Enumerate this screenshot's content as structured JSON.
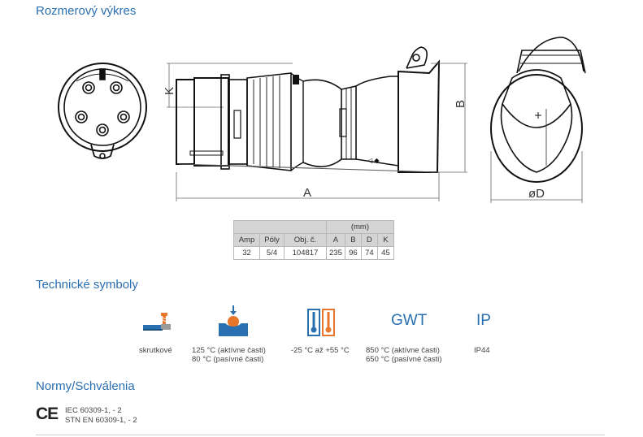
{
  "headings": {
    "drawing": "Rozmerový výkres",
    "symbols": "Technické symboly",
    "norms": "Normy/Schválenia"
  },
  "dimension_labels": {
    "a": "A",
    "b": "B",
    "k": "K",
    "d": "øD"
  },
  "table": {
    "unit_header": "(mm)",
    "columns": [
      "Amp",
      "Póly",
      "Obj. č.",
      "A",
      "B",
      "D",
      "K"
    ],
    "rows": [
      [
        "32",
        "5/4",
        "104817",
        "235",
        "96",
        "74",
        "45"
      ]
    ]
  },
  "symbols": [
    {
      "icon": "screw-terminal-icon",
      "label_lines": [
        "skrutkové"
      ]
    },
    {
      "icon": "ball-pressure-icon",
      "label_lines": [
        "125 °C (aktívne časti)",
        "80 °C (pasívné časti)"
      ]
    },
    {
      "icon": "thermometer-icon",
      "label_lines": [
        "-25 °C až +55 °C"
      ]
    },
    {
      "icon": "gwt-text",
      "text": "GWT",
      "label_lines": [
        "850 °C (aktívne časti)",
        "650 °C (pasívné časti)"
      ]
    },
    {
      "icon": "ip-text",
      "text": "IP",
      "label_lines": [
        "IP44"
      ]
    }
  ],
  "norms": {
    "mark": "CE",
    "lines": [
      "IEC 60309-1, - 2",
      "STN EN 60309-1, - 2"
    ]
  },
  "colors": {
    "heading": "#2a6fb0",
    "symbol_blue": "#2a6fb0",
    "symbol_orange": "#e8762b",
    "table_header": "#d4d4d4"
  }
}
